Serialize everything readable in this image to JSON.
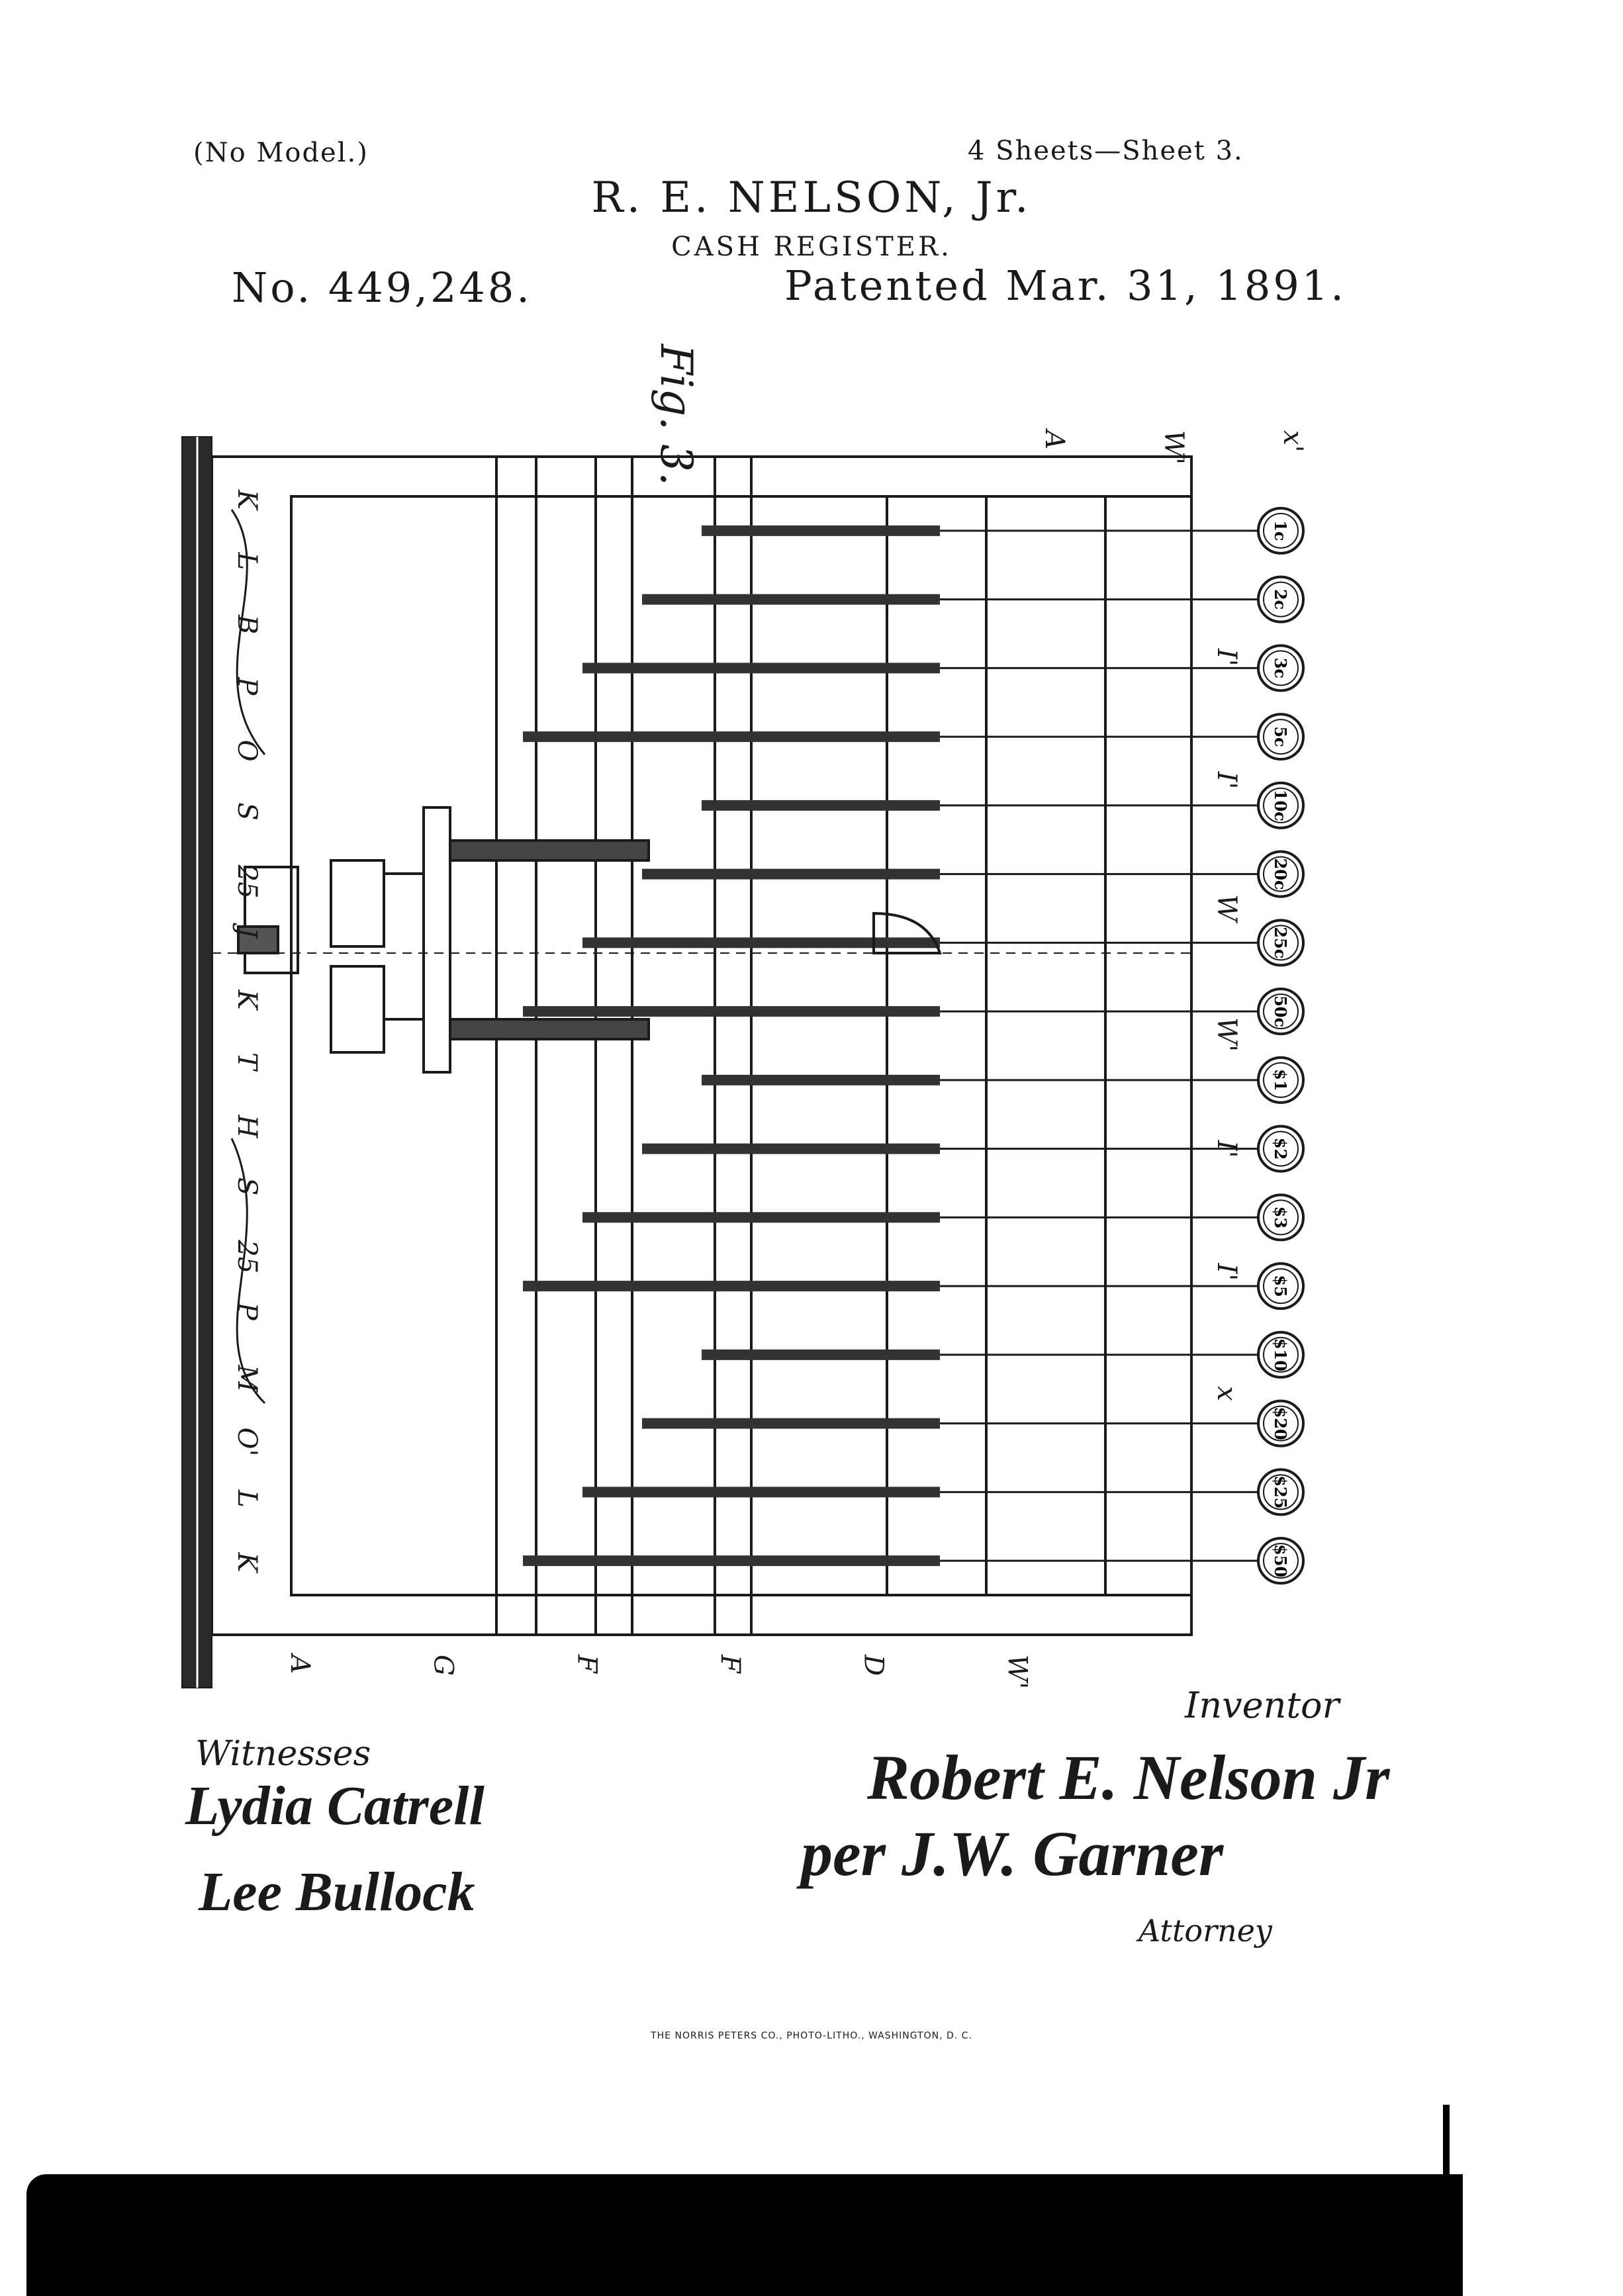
{
  "header": {
    "model_note": "(No Model.)",
    "sheet_info": "4 Sheets—Sheet 3.",
    "inventor": "R. E. NELSON, Jr.",
    "title": "CASH REGISTER.",
    "patent_number": "No. 449,248.",
    "patent_date": "Patented Mar. 31, 1891."
  },
  "figure": {
    "label": "Fig. 3.",
    "key_labels": [
      "1c",
      "2c",
      "3c",
      "5c",
      "10c",
      "20c",
      "25c",
      "50c",
      "$1",
      "$2",
      "$3",
      "$5",
      "$10",
      "$20",
      "$25",
      "$50"
    ],
    "letters_left": [
      "K",
      "L",
      "B",
      "P",
      "O",
      "S",
      "25",
      "J",
      "K",
      "T",
      "H",
      "S",
      "25",
      "P",
      "M",
      "O'",
      "L",
      "K"
    ],
    "letters_bottom": [
      "A",
      "G",
      "F",
      "F",
      "D",
      "W'"
    ],
    "letters_top": [
      "A",
      "W'",
      "x'"
    ],
    "letters_right": [
      "I'",
      "I'",
      "W",
      "W'",
      "I'",
      "I'",
      "x"
    ]
  },
  "signatures": {
    "witnesses_label": "Witnesses",
    "witness_1": "Lydia Catrell",
    "witness_2": "Lee Bullock",
    "inventor_label": "Inventor",
    "inventor_signature": "Robert E. Nelson Jr",
    "attorney_signature": "per J.W. Garner",
    "attorney_label": "Attorney"
  },
  "footer": {
    "printer": "THE NORRIS PETERS CO., PHOTO-LITHO., WASHINGTON, D. C."
  }
}
